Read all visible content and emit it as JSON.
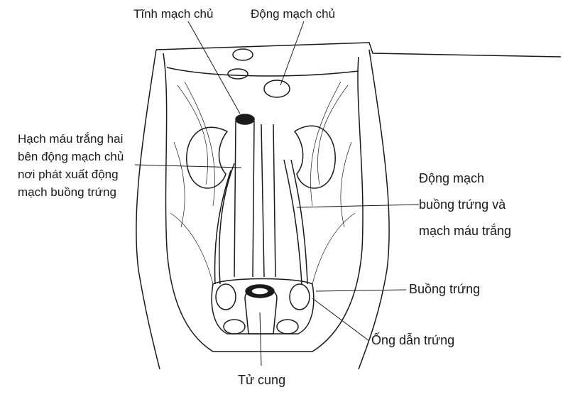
{
  "labels": {
    "vena_cava": "Tĩnh mạch chủ",
    "aorta": "Động mạch chủ",
    "lymph_nodes": [
      "Hạch máu trắng hai",
      "bên động mạch chủ",
      "nơi phát xuất động",
      "mạch buồng trứng"
    ],
    "ovarian_artery": [
      "Động mạch",
      "buồng trứng và",
      "mạch máu trắng"
    ],
    "ovary": "Buồng trứng",
    "fallopian_tube": "Ống dẫn trứng",
    "uterus": "Tử cung"
  },
  "colors": {
    "ink": "#1a1a1a",
    "background": "#ffffff"
  }
}
